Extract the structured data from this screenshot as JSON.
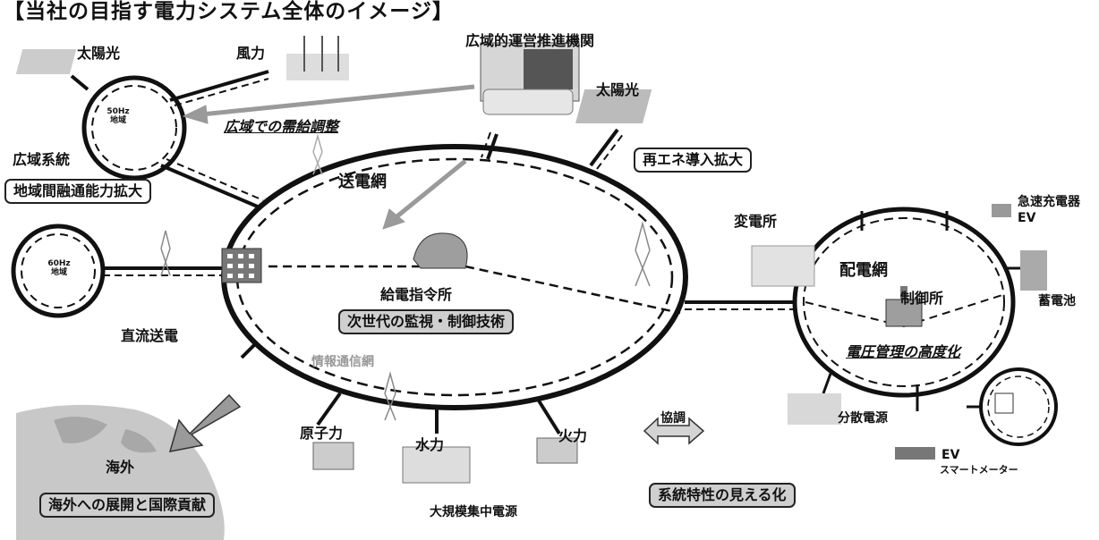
{
  "title": "【当社の目指す電力システム全体のイメージ】",
  "labels": {
    "solar_left": "太陽光",
    "wind_top": "風力",
    "ocgo": "広域的運営推進機関",
    "solar_right": "太陽光",
    "freq_50": "50Hz\n地域",
    "freq_60": "60Hz\n地域",
    "wide_area_supply": "広域での需給調整",
    "wide_grid": "広域系統",
    "transmission_network": "送電網",
    "dispatch_center": "給電指令所",
    "hvdc": "直流送電",
    "comm_network": "情報通信網",
    "nuclear": "原子力",
    "hydro": "水力",
    "thermal": "火力",
    "large_central": "大規模集中電源",
    "overseas": "海外",
    "substation": "変電所",
    "distribution_network": "配電網",
    "control_center": "制御所",
    "fast_charger": "急速充電器\nEV",
    "battery": "蓄電池",
    "distributed_power": "分散電源",
    "ev": "EV",
    "smart_meter": "スマートメーター",
    "coordination": "協調"
  },
  "boxes": {
    "interregional": "地域間融通能力拡大",
    "renewable": "再エネ導入拡大",
    "next_gen": "次世代の監視・制御技術",
    "voltage": "電圧管理の高度化",
    "overseas_expansion": "海外への展開と国際貢献",
    "grid_visibility": "系統特性の見える化"
  },
  "colors": {
    "line": "#111111",
    "arrow": "#9a9a9a",
    "globe": "#c8c8c8",
    "box_grey": "#cfcfcf",
    "icon": "#9e9e9e"
  }
}
